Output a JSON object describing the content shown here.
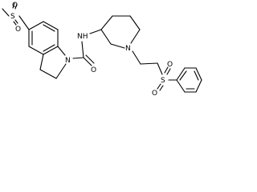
{
  "molecule": {
    "atoms": {
      "sulfonyl_s1": "S",
      "sulfonyl_o1a": "O",
      "sulfonyl_o1b": "O",
      "indoline_n": "N",
      "carbonyl_o": "O",
      "amide_nh": "NH",
      "piperidine_n": "N",
      "sulfonyl_s2": "S",
      "sulfonyl_o2a": "O",
      "sulfonyl_o2b": "O"
    }
  },
  "colors": {
    "bond": "#000000",
    "label": "#000000",
    "background": "#ffffff"
  }
}
